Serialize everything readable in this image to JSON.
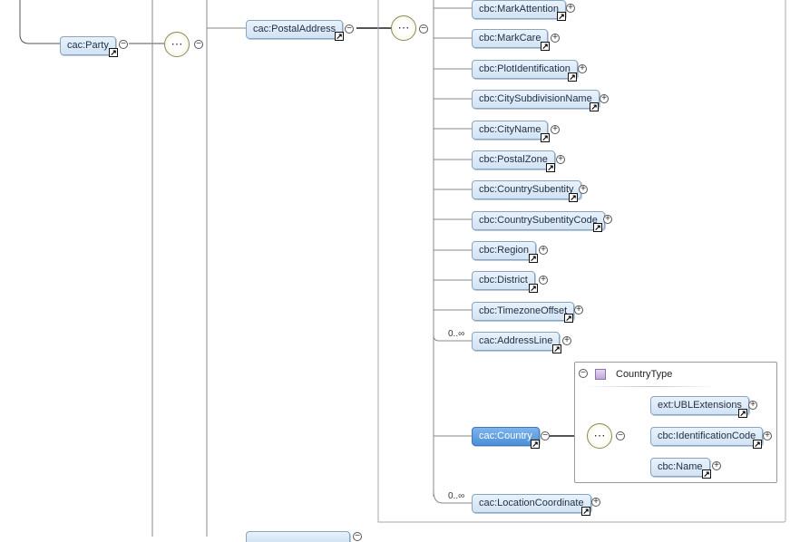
{
  "nodes": {
    "party": "cac:Party",
    "postal_address": "cac:PostalAddress",
    "mark_attention": "cbc:MarkAttention",
    "mark_care": "cbc:MarkCare",
    "plot_identification": "cbc:PlotIdentification",
    "city_subdivision_name": "cbc:CitySubdivisionName",
    "city_name": "cbc:CityName",
    "postal_zone": "cbc:PostalZone",
    "country_subentity": "cbc:CountrySubentity",
    "country_subentity_code": "cbc:CountrySubentityCode",
    "region": "cbc:Region",
    "district": "cbc:District",
    "timezone_offset": "cbc:TimezoneOffset",
    "address_line": "cac:AddressLine",
    "country": "cac:Country",
    "location_coordinate": "cac:LocationCoordinate",
    "ubl_extensions": "ext:UBLExtensions",
    "identification_code": "cbc:IdentificationCode",
    "name": "cbc:Name"
  },
  "type_box": {
    "title": "CountryType"
  },
  "cardinality": {
    "address_line": "0..∞",
    "location_coordinate": "0..∞"
  },
  "glyphs": {
    "collapse": "−",
    "expand": "+",
    "reference": "↗",
    "sequence": "⋯"
  },
  "selected_node": "cac:Country",
  "icons": [
    "sequence-compositor-icon",
    "reference-arrow-icon",
    "collapse-toggle-icon",
    "expand-toggle-icon",
    "complex-type-icon"
  ]
}
